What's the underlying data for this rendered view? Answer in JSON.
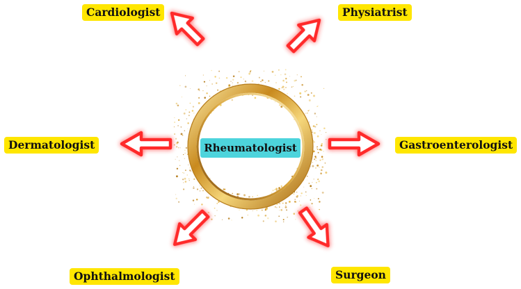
{
  "center": {
    "label": "Rheumatologist"
  },
  "specialists": [
    {
      "label": "Cardiologist"
    },
    {
      "label": "Physiatrist"
    },
    {
      "label": "Dermatologist"
    },
    {
      "label": "Gastroenterologist"
    },
    {
      "label": "Ophthalmologist"
    },
    {
      "label": "Surgeon"
    }
  ],
  "colors": {
    "label_bg": "#ffe600",
    "center_label_bg": "#4dd4dc",
    "arrow_glow": "#ff2a2a",
    "arrow_fill": "#ffffff",
    "ring_gold": "#d4a23a"
  }
}
